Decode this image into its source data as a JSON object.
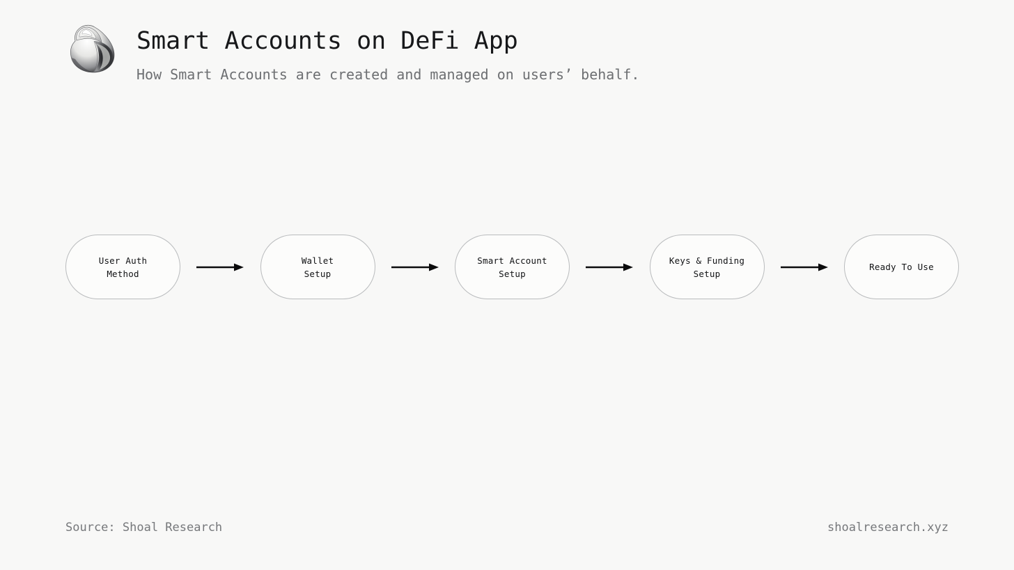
{
  "page": {
    "background_color": "#f8f8f7",
    "text_color": "#17181a",
    "muted_text_color": "#6d6f72",
    "node_border_color": "#b9bbbd",
    "node_fill_color": "#fcfcfb",
    "arrow_color": "#0b0b0c"
  },
  "header": {
    "logo_name": "shoal-shell-logo",
    "title": "Smart Accounts on DeFi App",
    "subtitle": "How Smart Accounts are created and managed on users’ behalf."
  },
  "flow": {
    "type": "linear-process-flow",
    "orientation": "horizontal",
    "node_count": 5,
    "arrow_count": 4,
    "nodes": [
      {
        "id": "user-auth-method",
        "label": "User Auth\nMethod"
      },
      {
        "id": "wallet-setup",
        "label": "Wallet\nSetup"
      },
      {
        "id": "smart-account-setup",
        "label": "Smart Account\nSetup"
      },
      {
        "id": "keys-funding-setup",
        "label": "Keys & Funding\nSetup"
      },
      {
        "id": "ready-to-use",
        "label": "Ready To Use"
      }
    ],
    "arrows": [
      {
        "id": "arrow-1",
        "from": "user-auth-method",
        "to": "wallet-setup"
      },
      {
        "id": "arrow-2",
        "from": "wallet-setup",
        "to": "smart-account-setup"
      },
      {
        "id": "arrow-3",
        "from": "smart-account-setup",
        "to": "keys-funding-setup"
      },
      {
        "id": "arrow-4",
        "from": "keys-funding-setup",
        "to": "ready-to-use"
      }
    ]
  },
  "footer": {
    "source": "Source: Shoal Research",
    "website": "shoalresearch.xyz"
  }
}
